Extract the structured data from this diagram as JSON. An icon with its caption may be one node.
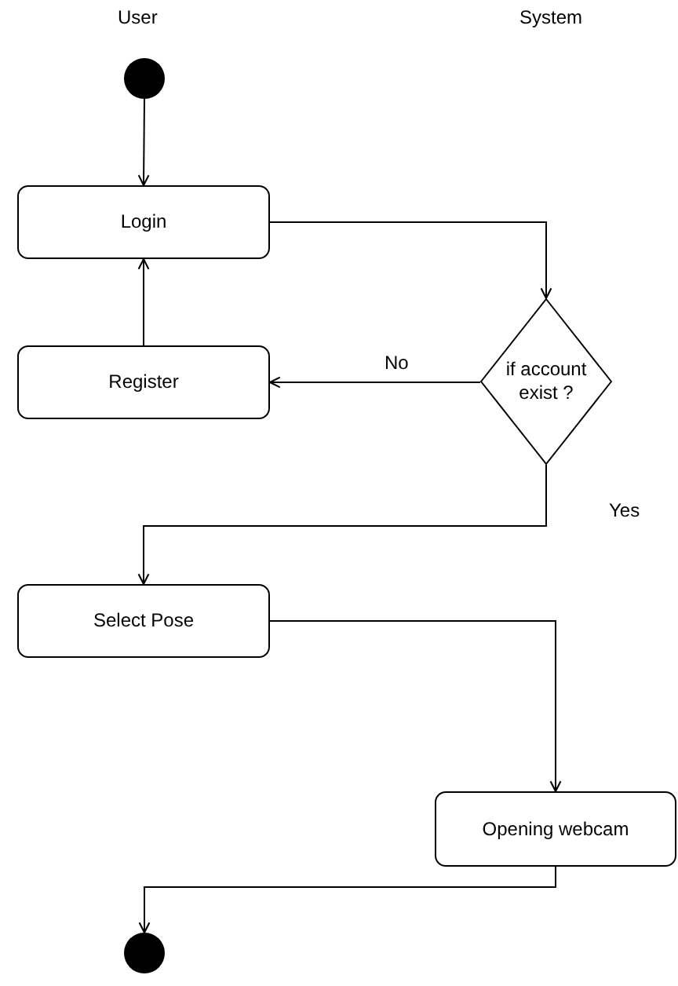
{
  "diagram": {
    "nodes": [
      {
        "text": [],
        "shape": "circle"
      },
      {
        "text": [
          "Login"
        ]
      },
      {
        "text": [
          "Register"
        ]
      },
      {
        "text": [
          "if account exist ?"
        ]
      },
      {
        "text": [
          "Select Pose"
        ]
      },
      {
        "text": [
          "Opening webcam"
        ]
      },
      {
        "text": [],
        "shape": "circle"
      }
    ],
    "edges": [
      {
        "from": 0,
        "to": 1,
        "arrow": "to"
      },
      {
        "from": 1,
        "to": 3,
        "arrow": "to"
      },
      {
        "from": 3,
        "to": 2,
        "arrow": "to",
        "label": "No"
      },
      {
        "from": 2,
        "to": 1,
        "arrow": "to"
      },
      {
        "from": 3,
        "to": 4,
        "arrow": "to",
        "label": "Yes"
      },
      {
        "from": 4,
        "to": 5,
        "arrow": "to"
      },
      {
        "from": 5,
        "to": 6,
        "arrow": "to"
      }
    ],
    "labels": [
      "User",
      "System"
    ]
  }
}
